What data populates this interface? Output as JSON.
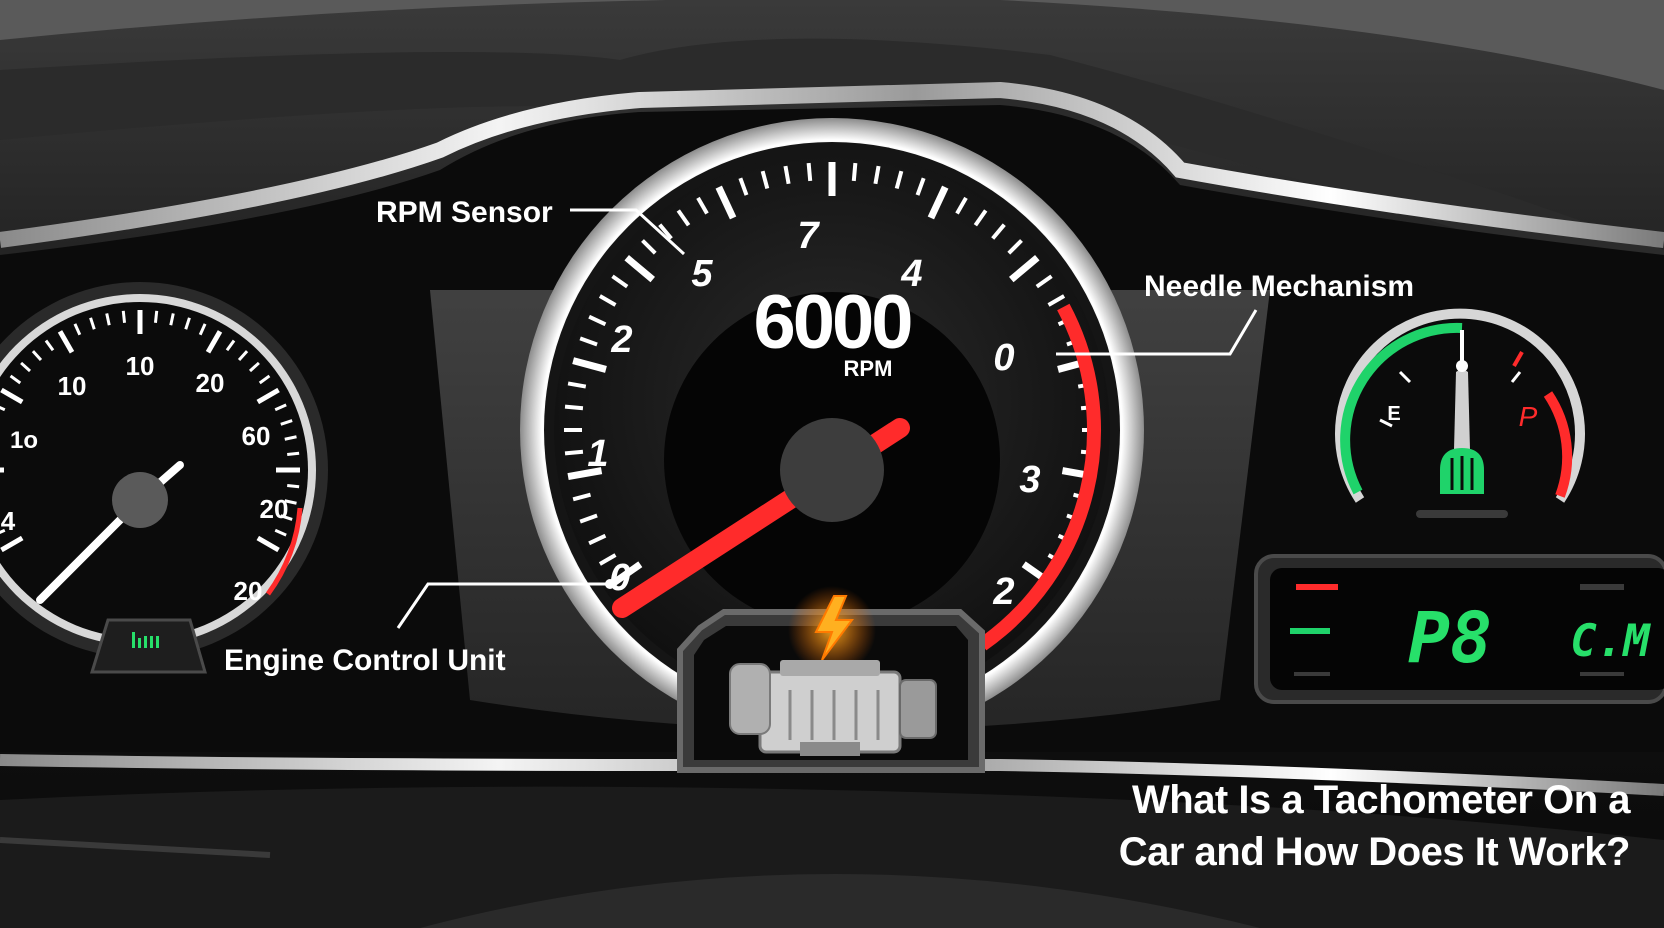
{
  "title": {
    "line1": "What Is a Tachometer On a",
    "line2": "Car and How Does It Work?"
  },
  "tachometer": {
    "reading_value": "6000",
    "reading_unit": "RPM",
    "scale_labels": [
      "0",
      "1",
      "2",
      "5",
      "7",
      "4",
      "0",
      "3",
      "2"
    ],
    "needle_color": "#ff2b2b",
    "redline_color": "#ff2b2b"
  },
  "callouts": {
    "rpm_sensor": "RPM Sensor",
    "needle_mechanism": "Needle Mechanism",
    "engine_control_unit": "Engine Control Unit"
  },
  "speedometer": {
    "labels": [
      "10",
      "10",
      "20",
      "60",
      "20",
      "20",
      "1o",
      "4"
    ]
  },
  "fuel_gauge": {
    "left_label": "E",
    "right_label": "P",
    "accent_green": "#1fd36a",
    "accent_red": "#ff2b2b"
  },
  "lcd_display": {
    "main": "P8",
    "right": "C.M"
  },
  "icons": {
    "warning": "lightning-bolt-icon",
    "engine": "engine-icon",
    "fuel": "fuel-pump-icon",
    "battery": "battery-indicator-icon"
  }
}
